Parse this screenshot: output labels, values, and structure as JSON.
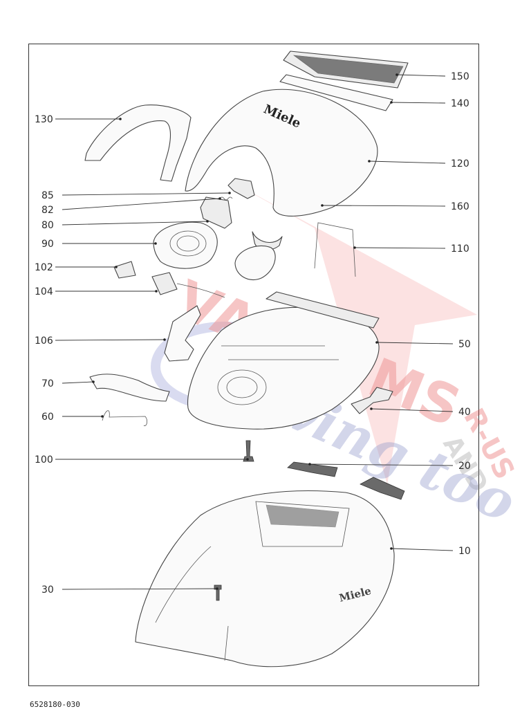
{
  "document_number": "6528180-030",
  "brand_marks": [
    "Miele",
    "Miele"
  ],
  "watermark": {
    "lines": [
      "VACUUMS",
      "R-US",
      "AND",
      "Sewing too"
    ],
    "primary_color": "#e04040",
    "secondary_color": "#3a48a0"
  },
  "callouts": [
    {
      "label": "150",
      "part": "exhaust-filter-grille"
    },
    {
      "label": "140",
      "part": "exhaust-filter"
    },
    {
      "label": "120",
      "part": "top-cover"
    },
    {
      "label": "130",
      "part": "carry-handle"
    },
    {
      "label": "85",
      "part": "button"
    },
    {
      "label": "82",
      "part": "spring"
    },
    {
      "label": "80",
      "part": "switch-assembly"
    },
    {
      "label": "90",
      "part": "motor-cover"
    },
    {
      "label": "160",
      "part": "seal"
    },
    {
      "label": "110",
      "part": "bag-holder-wire"
    },
    {
      "label": "102",
      "part": "small-cap"
    },
    {
      "label": "104",
      "part": "cord-connector"
    },
    {
      "label": "106",
      "part": "cord-guide"
    },
    {
      "label": "50",
      "part": "inner-housing"
    },
    {
      "label": "70",
      "part": "bumper-strip"
    },
    {
      "label": "40",
      "part": "latch"
    },
    {
      "label": "60",
      "part": "spring-clip"
    },
    {
      "label": "100",
      "part": "screw"
    },
    {
      "label": "20",
      "part": "wheel-slides"
    },
    {
      "label": "10",
      "part": "base-housing"
    },
    {
      "label": "30",
      "part": "screw"
    }
  ]
}
